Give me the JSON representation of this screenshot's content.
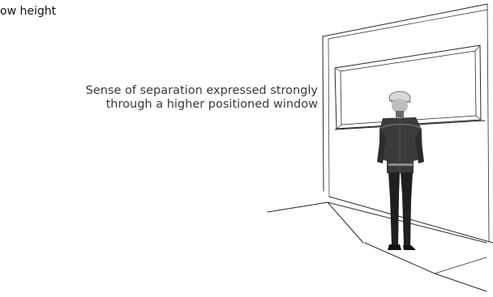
{
  "heading": {
    "text": "ow height"
  },
  "caption": {
    "line1": "Sense of separation expressed strongly",
    "line2": "through a higher positioned window"
  },
  "sketch": {
    "line_color": "#2a2a2a",
    "figure_color": "#1f1f1f",
    "jacket_color": "#3b3b3b",
    "cap_color": "#d9d9d9"
  }
}
